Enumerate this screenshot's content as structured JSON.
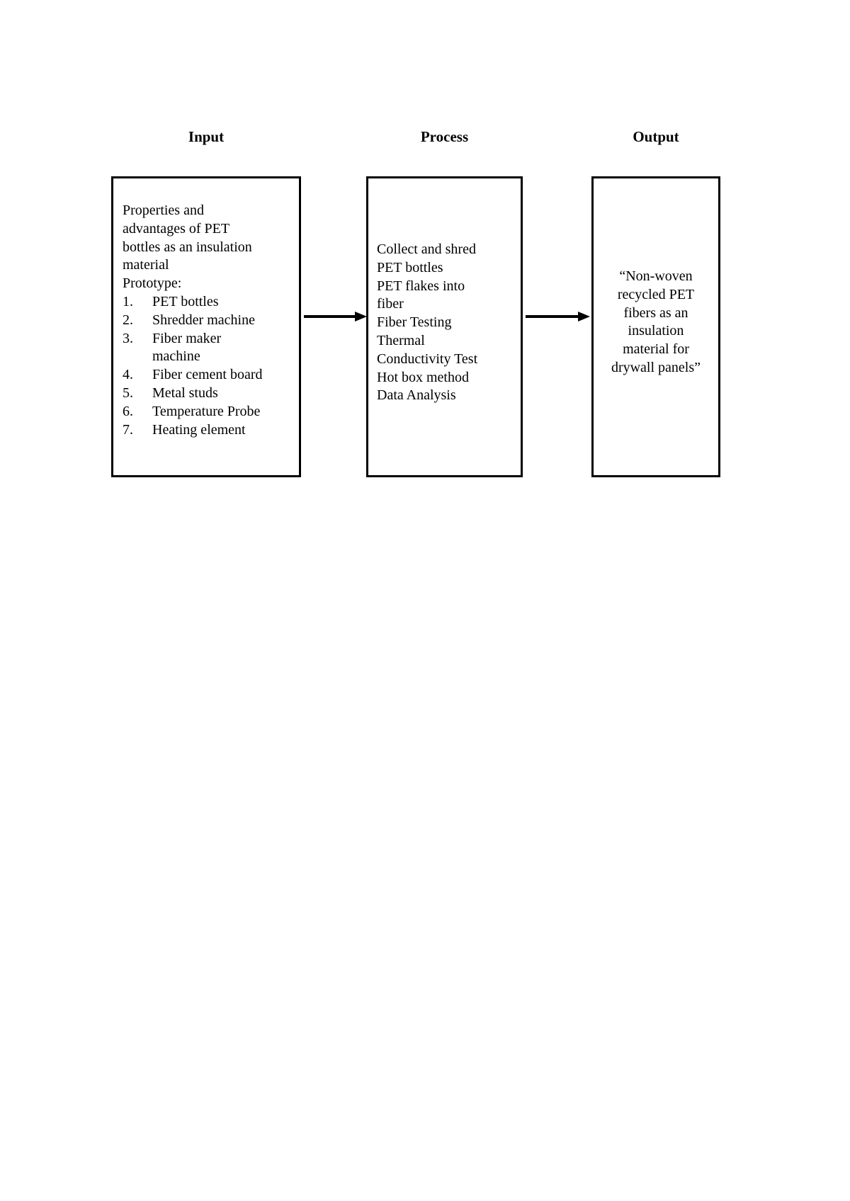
{
  "page": {
    "background_color": "#ffffff",
    "text_color": "#000000",
    "border_color": "#000000"
  },
  "headers": {
    "input": "Input",
    "process": "Process",
    "output": "Output"
  },
  "input_box": {
    "intro_lines": [
      "Properties and",
      "advantages of PET",
      "bottles as an insulation",
      "material",
      "Prototype:"
    ],
    "items": [
      {
        "num": "1.",
        "lines": [
          "PET bottles"
        ]
      },
      {
        "num": "2.",
        "lines": [
          "Shredder machine"
        ]
      },
      {
        "num": "3.",
        "lines": [
          "Fiber maker",
          "machine"
        ]
      },
      {
        "num": "4.",
        "lines": [
          "Fiber cement board"
        ]
      },
      {
        "num": "5.",
        "lines": [
          "Metal studs"
        ]
      },
      {
        "num": "6.",
        "lines": [
          "Temperature Probe"
        ]
      },
      {
        "num": "7.",
        "lines": [
          "Heating element"
        ]
      }
    ]
  },
  "process_box": {
    "lines": [
      "Collect and shred",
      "PET bottles",
      "PET flakes into",
      "fiber",
      "Fiber Testing",
      "Thermal",
      "Conductivity Test",
      "Hot box method",
      "Data Analysis"
    ]
  },
  "output_box": {
    "lines": [
      "“Non-woven",
      "recycled PET",
      "fibers as an",
      "insulation",
      "material for",
      "drywall panels”"
    ]
  }
}
